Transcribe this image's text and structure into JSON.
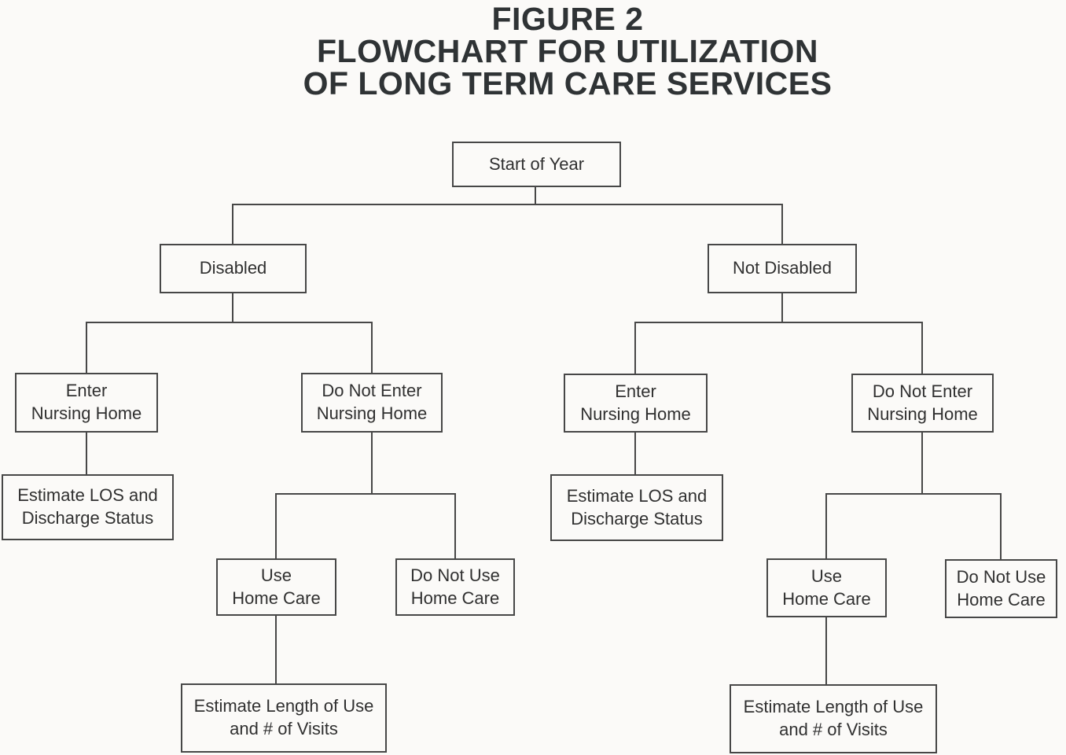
{
  "title": {
    "line1": "FIGURE 2",
    "line2": "FLOWCHART FOR UTILIZATION",
    "line3": "OF LONG TERM CARE SERVICES"
  },
  "colors": {
    "background": "#fbfaf8",
    "line": "#474747",
    "text": "#303030",
    "title_text": "#2f3335"
  },
  "flowchart": {
    "start": "Start of Year",
    "branches": [
      {
        "label": "Disabled",
        "enter_nursing_home": "Enter\nNursing Home",
        "enter_outcome": "Estimate LOS and\nDischarge Status",
        "do_not_enter_nursing_home": "Do Not Enter\nNursing Home",
        "use_home_care": "Use\nHome Care",
        "do_not_use_home_care": "Do Not Use\nHome Care",
        "use_home_care_outcome": "Estimate Length of Use\nand # of Visits"
      },
      {
        "label": "Not Disabled",
        "enter_nursing_home": "Enter\nNursing Home",
        "enter_outcome": "Estimate LOS and\nDischarge Status",
        "do_not_enter_nursing_home": "Do Not Enter\nNursing Home",
        "use_home_care": "Use\nHome Care",
        "do_not_use_home_care": "Do Not Use\nHome Care",
        "use_home_care_outcome": "Estimate Length of Use\nand # of Visits"
      }
    ]
  }
}
